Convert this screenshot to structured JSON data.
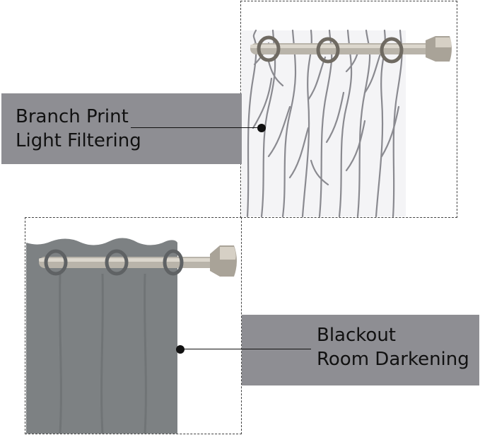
{
  "colors": {
    "label_bg": "#8e8e93",
    "sheer_bg": "#f4f4f6",
    "branch": "#8a8a90",
    "blackout": "#7d8183",
    "rod": "#b9b4aa"
  },
  "sheer": {
    "label_line1": "Branch Print",
    "label_line2": "Light Filtering"
  },
  "blackout": {
    "label_line1": "Blackout",
    "label_line2": "Room Darkening"
  }
}
